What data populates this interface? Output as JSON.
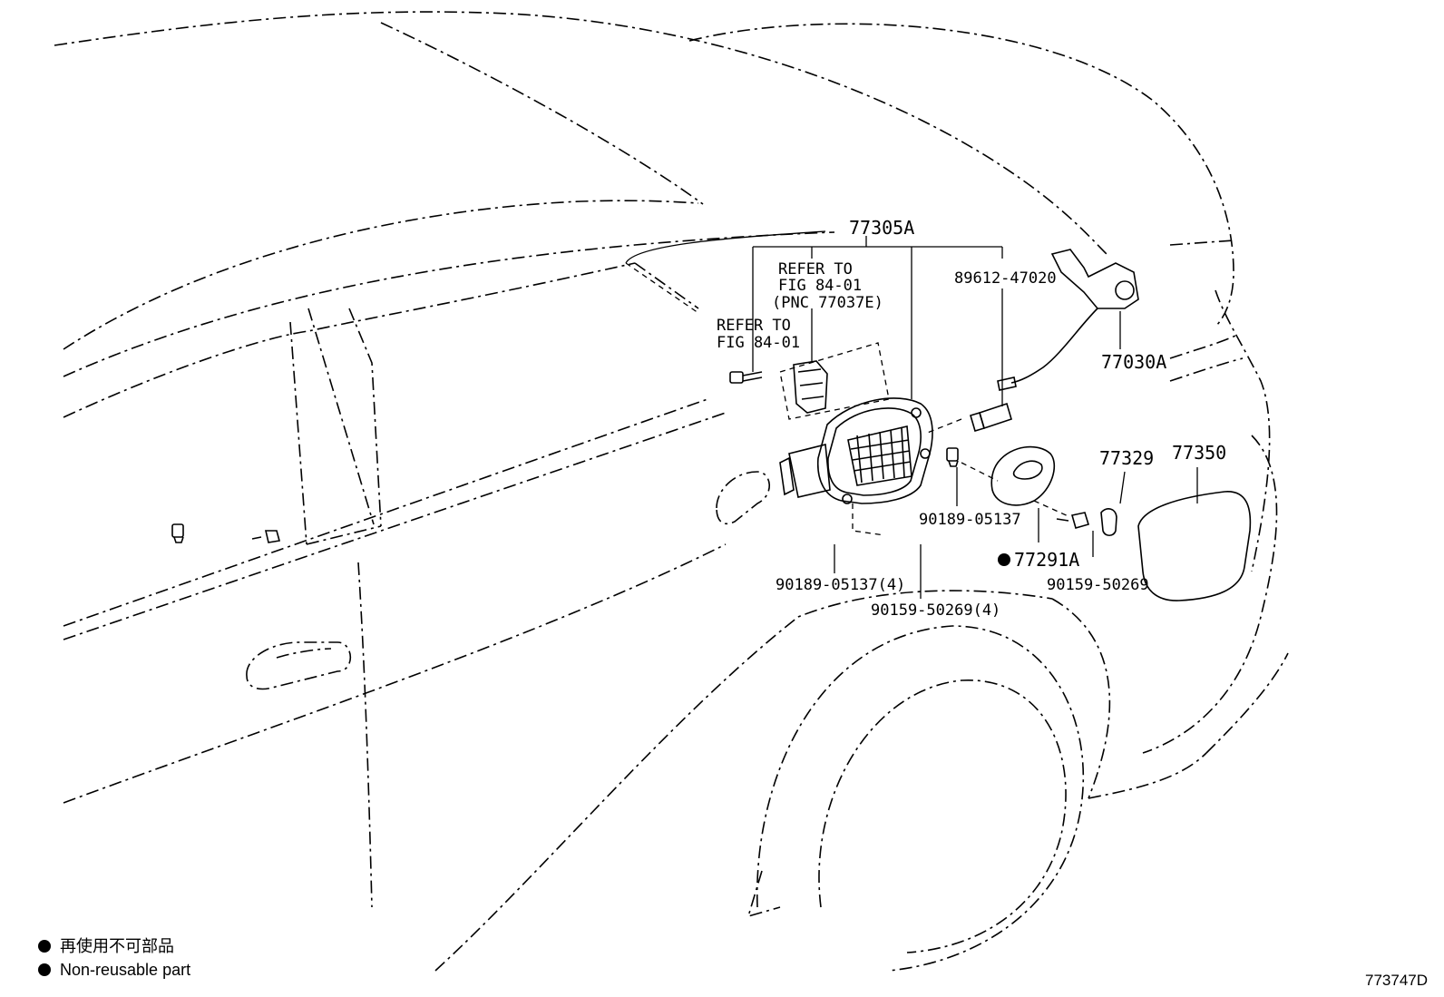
{
  "labels": {
    "assembly": "77305A",
    "refer_fig_pnc_l1": "REFER TO",
    "refer_fig_pnc_l2": "FIG 84-01",
    "refer_fig_pnc_l3": "(PNC 77037E)",
    "refer_fig_l1": "REFER TO",
    "refer_fig_l2": "FIG 84-01",
    "hose": "89612-47020",
    "opener": "77030A",
    "clip_a": "90189-05137",
    "clip_b": "90189-05137(4)",
    "screw_a": "90159-50269(4)",
    "screw_b": "90159-50269",
    "gasket": "77291A",
    "cushion": "77329",
    "lid": "77350"
  },
  "legend": {
    "line_ja": "再使用不可部品",
    "line_en": "Non-reusable part"
  },
  "figure_number": "773747D"
}
